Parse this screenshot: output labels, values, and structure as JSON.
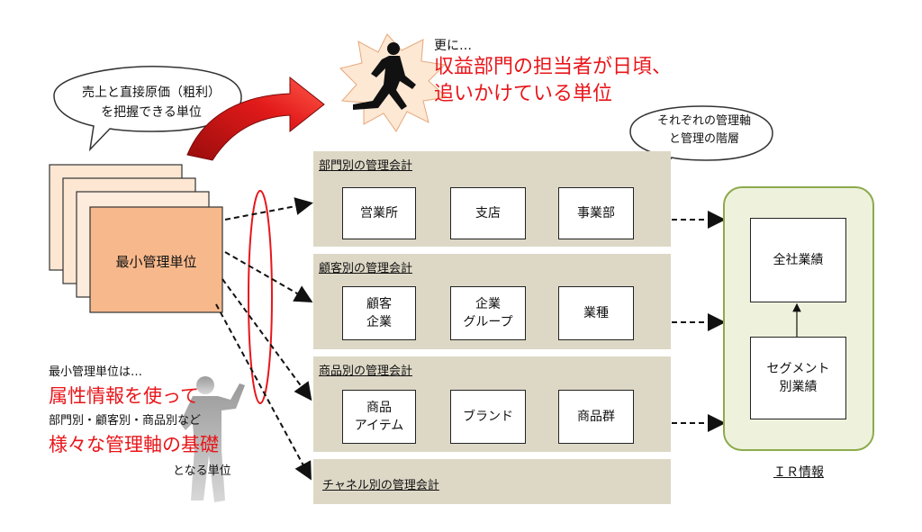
{
  "bubble_left": {
    "line1": "売上と直接原価（粗利）",
    "line2": "を把握できる単位"
  },
  "runner_text": {
    "small": "更に…",
    "big_line1": "収益部門の担当者が日頃、",
    "big_line2": "追いかけている単位"
  },
  "bubble_right": {
    "line1": "それぞれの管理軸",
    "line2": "と管理の階層"
  },
  "stack": {
    "label": "最小管理単位"
  },
  "left_text": {
    "line1": "最小管理単位は…",
    "line2": "属性情報を使って",
    "line3": "部門別・顧客別・商品別など",
    "line4": "様々な管理軸の基礎",
    "line5": "となる単位"
  },
  "panels": [
    {
      "title": "部門別の管理会計",
      "nodes": [
        "営業所",
        "支店",
        "事業部"
      ]
    },
    {
      "title": "顧客別の管理会計",
      "nodes": [
        "顧客\n企業",
        "企業\nグループ",
        "業種"
      ]
    },
    {
      "title": "商品別の管理会計",
      "nodes": [
        "商品\nアイテム",
        "ブランド",
        "商品群"
      ]
    },
    {
      "title": "チャネル別の管理会計",
      "nodes": []
    }
  ],
  "ir": {
    "top_box": "全社業績",
    "bottom_box_line1": "セグメント",
    "bottom_box_line2": "別業績",
    "caption": "ＩＲ情報"
  },
  "colors": {
    "panel": "#ddd8c6",
    "stack_front": "#f7b98c",
    "stack_back": "#fde7d3",
    "ir_bg": "#eef2dd",
    "ir_border": "#8daa4c",
    "accent_red": "#e8161a"
  }
}
